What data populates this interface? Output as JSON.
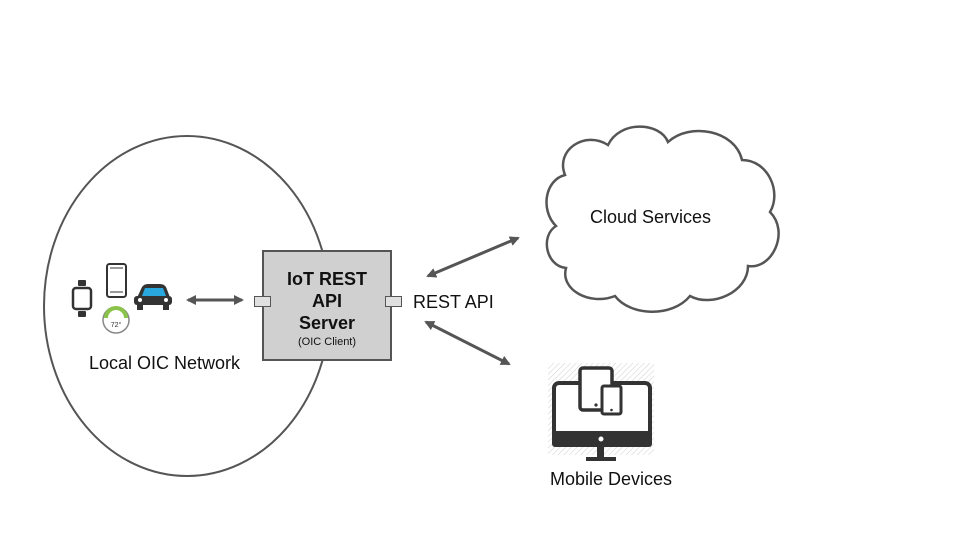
{
  "nodes": {
    "server": {
      "title_line1": "IoT REST",
      "title_line2": "API",
      "title_line3": "Server",
      "subtitle": "(OIC Client)"
    },
    "local_network": {
      "label": "Local OIC Network"
    },
    "cloud": {
      "label": "Cloud Services"
    },
    "mobile": {
      "label": "Mobile Devices"
    }
  },
  "edges": {
    "rest_api": {
      "label": "REST API"
    }
  },
  "device_icons": [
    "wearable-watch-icon",
    "smartphone-icon",
    "thermostat-icon",
    "car-icon"
  ],
  "thermostat_reading": "72°",
  "colors": {
    "stroke": "#555555",
    "server_fill": "#d0d0d0",
    "icon_dark": "#333333",
    "car_blue": "#29a8df",
    "gauge_green": "#8bc34a"
  }
}
